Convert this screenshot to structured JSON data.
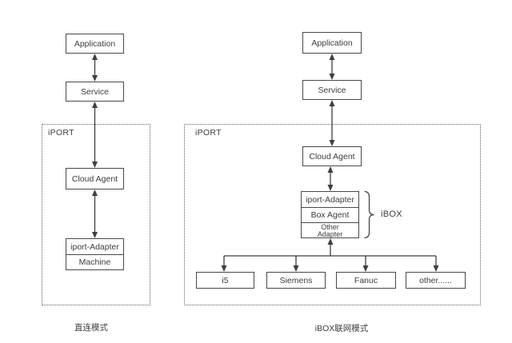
{
  "colors": {
    "background": "#ffffff",
    "line": "#3f3f3f",
    "box_border": "#494949",
    "text": "#3c3c3c",
    "dashed_border": "#5e5e5e"
  },
  "left_diagram": {
    "caption": "直连模式",
    "group_label": "iPORT",
    "application": "Application",
    "service": "Service",
    "cloud_agent": "Cloud Agent",
    "stack": {
      "adapter": "iport-Adapter",
      "machine": "Machine"
    }
  },
  "right_diagram": {
    "caption": "iBOX联网模式",
    "group_label": "iPORT",
    "brace_label": "iBOX",
    "application": "Application",
    "service": "Service",
    "cloud_agent": "Cloud Agent",
    "stack": {
      "adapter": "iport-Adapter",
      "box_agent": "Box Agent",
      "other_adapter": "Other\nAdapter"
    },
    "devices": [
      "i5",
      "Siemens",
      "Fanuc",
      "other......"
    ]
  }
}
